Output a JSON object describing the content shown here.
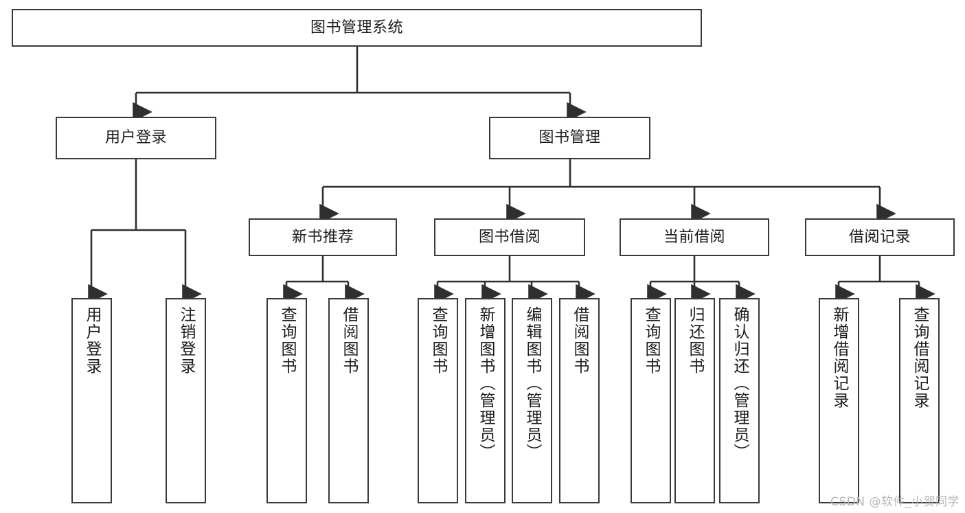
{
  "diagram": {
    "title": "图书管理系统",
    "watermark": "CSDN @软件_小贺同学",
    "colors": {
      "box_border": "#3a3a3a",
      "connector": "#2f2f2f",
      "background": "#ffffff",
      "text": "#1d1d1d",
      "watermark": "#b7b7b7"
    },
    "levels": {
      "root": {
        "label": "图书管理系统"
      },
      "level2": [
        {
          "label": "用户登录"
        },
        {
          "label": "图书管理"
        }
      ],
      "level3": [
        {
          "label": "新书推荐"
        },
        {
          "label": "图书借阅"
        },
        {
          "label": "当前借阅"
        },
        {
          "label": "借阅记录"
        }
      ]
    },
    "leaves": {
      "user_login": [
        {
          "label": "用户登录"
        },
        {
          "label": "注销登录"
        }
      ],
      "new_book_recommend": [
        {
          "label": "查询图书"
        },
        {
          "label": "借阅图书"
        }
      ],
      "book_borrow": [
        {
          "label": "查询图书"
        },
        {
          "label": "新增图书（管理员）"
        },
        {
          "label": "编辑图书（管理员）"
        },
        {
          "label": "借阅图书"
        }
      ],
      "current_borrow": [
        {
          "label": "查询图书"
        },
        {
          "label": "归还图书"
        },
        {
          "label": "确认归还（管理员）"
        }
      ],
      "borrow_record": [
        {
          "label": "新增借阅记录"
        },
        {
          "label": "查询借阅记录"
        }
      ]
    }
  }
}
